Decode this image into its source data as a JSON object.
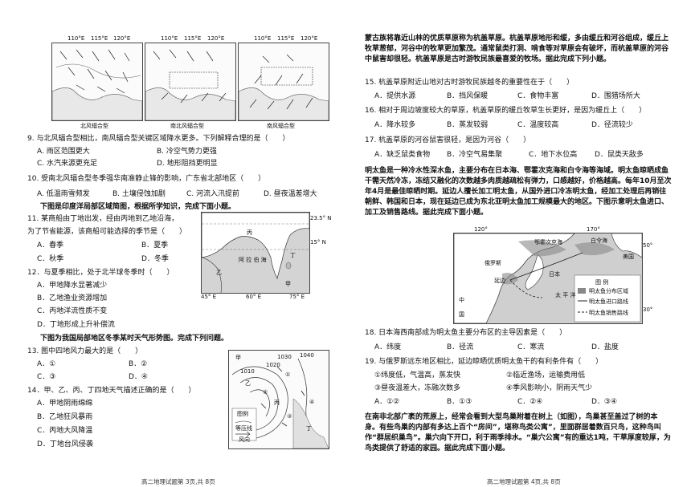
{
  "left": {
    "wind_maps": {
      "top_labels": [
        "110°E",
        "115°E",
        "120°E"
      ],
      "captions": [
        "北风辐合型",
        "南北风辐合型",
        "南风辐合型"
      ]
    },
    "q9": {
      "stem": "9. 与北风辐合型相比，南风辐合型关键区域降水更多。下列解释合理的是（　　）",
      "a": "A. 雨区范围更大",
      "b": "B. 冷空气势力更强",
      "c": "C. 水汽来源更充足",
      "d": "D. 地形阻挡更明显"
    },
    "q10": {
      "stem": "10. 受南北风辐合型冬季强华南准静止锋的影响，广东省北部地区（　　）",
      "a": "A. 低温雨雪频发",
      "b": "B. 土壤侵蚀加剧",
      "c": "C. 河流入汛提前",
      "d": "D. 昼夜温差增大"
    },
    "intro2": "下图是印度洋局部区域简图，根据所学知识，完成下面小题。",
    "q11": {
      "stem1": "11. 某商船由丁地出发，经由丙地到乙地沿海，",
      "stem2": "为了节省能源，该商船可能选择的季节是（　　）",
      "a": "A．春季",
      "b": "B．夏季",
      "c": "C．秋季",
      "d": "D．冬季"
    },
    "q12": {
      "stem": "12．与夏季相比，处于北半球冬季时（　　）",
      "a": "A．甲地降水显著减少",
      "b": "B．乙地渔业资源增加",
      "c": "C．丙地洋流性质不变",
      "d": "D．丁地形成上升补偿流"
    },
    "map_india": {
      "lat1": "23.5° N",
      "lat2": "15° N",
      "lon1": "45° E",
      "lon2": "60° E",
      "lon3": "75° E",
      "jia": "甲",
      "yi": "乙",
      "bing": "丙",
      "ding": "丁",
      "sea": "阿 拉 伯 海"
    },
    "intro3": "下图为我国局部地区冬季某时天气形势图。完成下列问题。",
    "q13": {
      "stem": "13. 图中四地风力最大的是（　　）",
      "a": "A．①",
      "b": "B．②",
      "c": "C．③",
      "d": "D．④"
    },
    "q14": {
      "stem": "14．甲、乙、丙、丁四地天气描述正确的是（　　）",
      "a": "A．甲地阴雨绵绵",
      "b": "B．乙地狂风暴雨",
      "c": "C．丙地大风降温",
      "d": "D．丁地台风侵袭"
    },
    "map_weather": {
      "i1": "1010",
      "i2": "1020",
      "i3": "1030",
      "i4": "1040",
      "jia": "甲",
      "yi": "乙",
      "bing": "丙",
      "ding": "丁",
      "legend_title": "图例",
      "legend_isobar": "等压线",
      "legend_wind": "风向",
      "n1": "①",
      "n2": "②",
      "n3": "③",
      "n4": "④"
    },
    "footer": "高二地理试题第 3页,共 8页"
  },
  "right": {
    "para1": "蒙古族将靠近山林的优质草原称为杭盖草原。杭盖草原地形和缓，多由缓丘和河谷组成，缓丘上牧草葱郁，河谷中的牧草更加繁茂。通常鼠类打洞、啃食等对草原会有破坏，而杭盖草原的河谷中鼠害却很轻。杭盖草原是古时游牧民族最喜爱的牧场。据此完成下列小题。",
    "q15": {
      "stem": "15. 杭盖草原附近山地对古时游牧民族越冬的重要性在于（　　）",
      "a": "A．提供水源",
      "b": "B．挡风保暖",
      "c": "C．食物丰富",
      "d": "D．围猎场所大"
    },
    "q16": {
      "stem": "16. 相对于周边坡度较大的草原，杭盖草原的缓丘牧草生长更好，是因为缓丘上（　　）",
      "a": "A．降水较多",
      "b": "B．蒸发较弱",
      "c": "C．温度较高",
      "d": "D．径流较少"
    },
    "q17": {
      "stem": "17. 杭盖草原的河谷鼠害很轻，是因为河谷（　　）",
      "a": "A．缺乏鼠类食物",
      "b": "B．冷空气易集聚",
      "c": "C．地下水位高",
      "d": "D．鼠类天敌多"
    },
    "para2": "明太鱼是一种冷水性深水鱼，主要分布在日本海、鄂霍次克海和白令海等海域。明太鱼晾晒成鱼干需天然冷冻，冻结又融化的次数越多肉质越疏松有弹力，口感越好，价格越高。每年10月至次年4月是最佳晾晒时期。延边人擅长加工明太鱼，从国外进口冷冻明太鱼，经加工处理后再销往朝鲜、韩国和日本，现在延边已成为东北亚明太鱼加工规模最大的地区。下图示意明太鱼进口、加工及销售路线。据此完成下面小题。",
    "map_fish": {
      "lon1": "120°",
      "lon2": "170°",
      "lat1": "50°",
      "lat2": "30°",
      "russia": "俄罗斯",
      "china": "中",
      "korea": "国",
      "japan": "日本",
      "okhotsk": "鄂霍次克海",
      "bering": "白令海",
      "usa": "美国",
      "pacific": "太 平 洋",
      "yanbian": "延边",
      "legend_title": "图 例",
      "legend1": "明太鱼分布区域",
      "legend2": "明太鱼进口路线",
      "legend3": "明太鱼销售路线"
    },
    "q18": {
      "stem": "18. 日本海西南部成为明太鱼主要分布区的主导因素是（　　）",
      "a": "A．纬度",
      "b": "B．径流",
      "c": "C．寒流",
      "d": "D．盐度"
    },
    "q19": {
      "stem": "19. 与俄罗斯远东地区相比，延边晾晒优质明太鱼干的有利条件有（　　）",
      "o1": "①纬度低，气温高，蒸发快",
      "o2": "②临近渔场，运输费用低",
      "o3": "③昼夜温差大，冻融次数多",
      "o4": "④季风影响小，阴雨天气少",
      "a": "A．①②",
      "b": "B．①③",
      "c": "C．②④",
      "d": "D．③④"
    },
    "para3": "在南非北部广袤的荒原上，经常会看到大型鸟巢附着在树上（如图），鸟巢甚至盖过了树的本身。有些鸟巢的内部有多达上百个“房间”，堪称鸟类公寓”，里面群居着数百只鸟，这种鸟叫作“群居织巢鸟”。巢穴向下开口，利于雨季排水。“巢穴公寓”有的重达1吨，干草厚度较厚，为鸟类提供了舒适的家园。据此完成下面小题。",
    "footer": "高二地理试题第 4页,共 8页"
  }
}
